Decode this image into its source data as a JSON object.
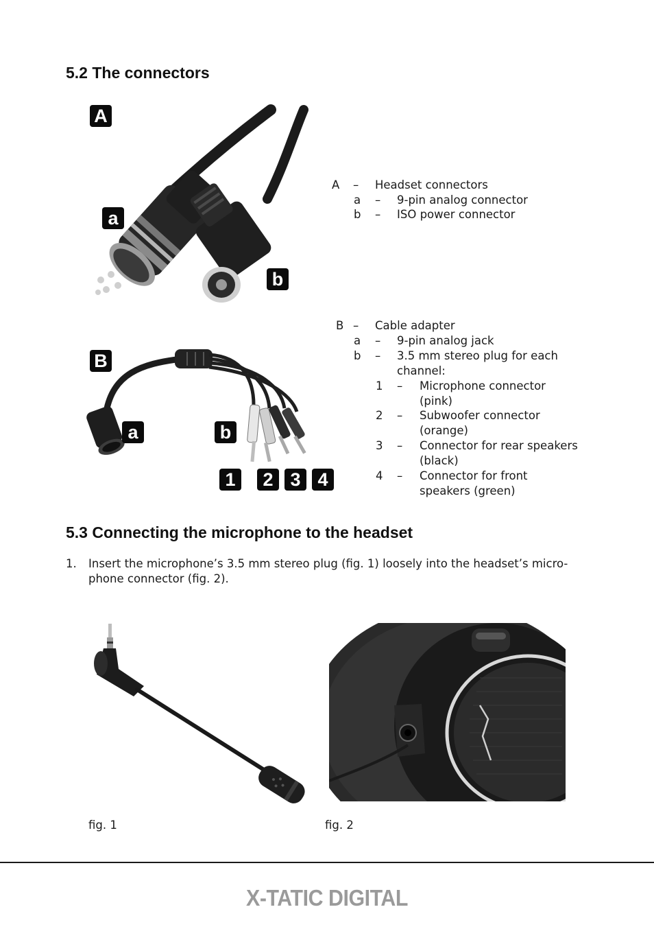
{
  "section_52": {
    "title": "5.2  The connectors"
  },
  "figure_a": {
    "label": "A",
    "label_a": "a",
    "label_b": "b"
  },
  "figure_b": {
    "label": "B",
    "label_a": "a",
    "label_b": "b",
    "n1": "1",
    "n2": "2",
    "n3": "3",
    "n4": "4"
  },
  "list_a": {
    "head": {
      "key": "A",
      "dash": "–",
      "text": "Headset connectors"
    },
    "items": [
      {
        "key": "a",
        "dash": "–",
        "text": "9-pin analog connector"
      },
      {
        "key": "b",
        "dash": "–",
        "text": "ISO power connector"
      }
    ]
  },
  "list_b": {
    "head": {
      "key": "B",
      "dash": "–",
      "text": "Cable adapter"
    },
    "item_a": {
      "key": "a",
      "dash": "–",
      "text": "9-pin analog jack"
    },
    "item_b": {
      "key": "b",
      "dash": "–",
      "line1": "3.5 mm stereo plug for each",
      "line2": "channel:"
    },
    "sub": [
      {
        "key": "1",
        "dash": "–",
        "line1": "Microphone connector",
        "line2": "(pink)"
      },
      {
        "key": "2",
        "dash": "–",
        "line1": "Subwoofer connector",
        "line2": "(orange)"
      },
      {
        "key": "3",
        "dash": "–",
        "line1": "Connector for rear speakers",
        "line2": "(black)"
      },
      {
        "key": "4",
        "dash": "–",
        "line1": "Connector for front",
        "line2": "speakers (green)"
      }
    ]
  },
  "section_53": {
    "title": "5.3 Connecting the microphone to the headset",
    "step_num": "1.",
    "step_line1": "Insert the microphone’s 3.5 mm stereo plug (fig. 1) loosely into the headset’s micro-",
    "step_line2": "phone connector (fig. 2)."
  },
  "fig1_caption": "fig. 1",
  "fig2_caption": "fig. 2",
  "footer": {
    "brand": "X-TATIC DIGITAL"
  }
}
